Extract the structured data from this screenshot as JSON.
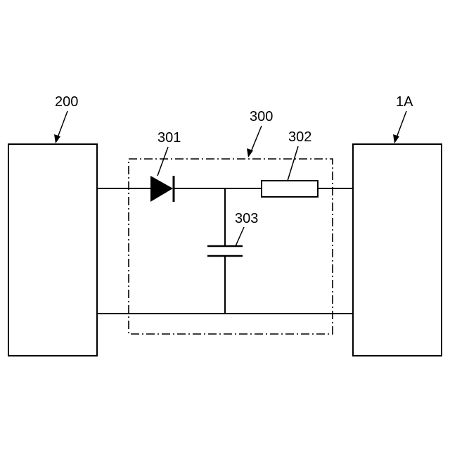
{
  "labels": {
    "left_block": "200",
    "right_block": "1A",
    "module": "300",
    "diode": "301",
    "resistor": "302",
    "capacitor": "303"
  },
  "colors": {
    "line": "#000000",
    "background": "#ffffff"
  }
}
